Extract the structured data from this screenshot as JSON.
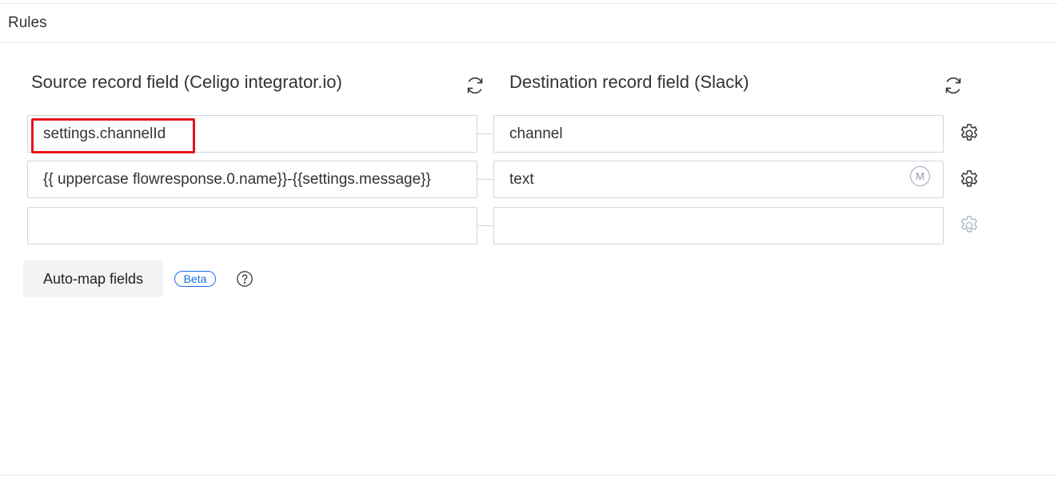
{
  "section": {
    "title": "Rules"
  },
  "columns": {
    "source_title": "Source record field (Celigo integrator.io)",
    "destination_title": "Destination record field (Slack)"
  },
  "mappings": [
    {
      "source": "settings.channelId",
      "destination": "channel",
      "destination_badge": ""
    },
    {
      "source": "{{ uppercase flowresponse.0.name}}-{{settings.message}}",
      "destination": "text",
      "destination_badge": "M"
    },
    {
      "source": "",
      "destination": "",
      "destination_badge": ""
    }
  ],
  "actions": {
    "automap_label": "Auto-map fields",
    "beta_badge": "Beta"
  },
  "icons": {
    "refresh": "refresh-icon",
    "settings": "gear-icon",
    "help": "question-circle-icon",
    "mapping_type": "m-circle-icon"
  },
  "colors": {
    "highlight": "#e8141d",
    "beta": "#1a6ee8",
    "border": "#cfd6df"
  }
}
